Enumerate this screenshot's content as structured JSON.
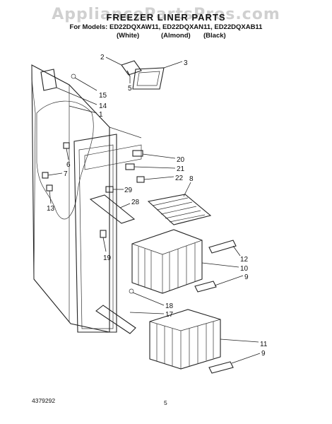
{
  "watermark": "AppliancePartsPros.com",
  "title": "FREEZER LINER PARTS",
  "models": "For Models: ED22DQXAW11, ED22DQXAN11, ED22DQXAB11",
  "colors": [
    "(White)",
    "(Almond)",
    "(Black)"
  ],
  "footer": {
    "doc_number": "4379292",
    "page": "5"
  },
  "callouts": [
    "2",
    "3",
    "5",
    "15",
    "14",
    "1",
    "6",
    "7",
    "13",
    "20",
    "21",
    "22",
    "8",
    "29",
    "28",
    "19",
    "12",
    "10",
    "9",
    "18",
    "17",
    "11",
    "9"
  ]
}
